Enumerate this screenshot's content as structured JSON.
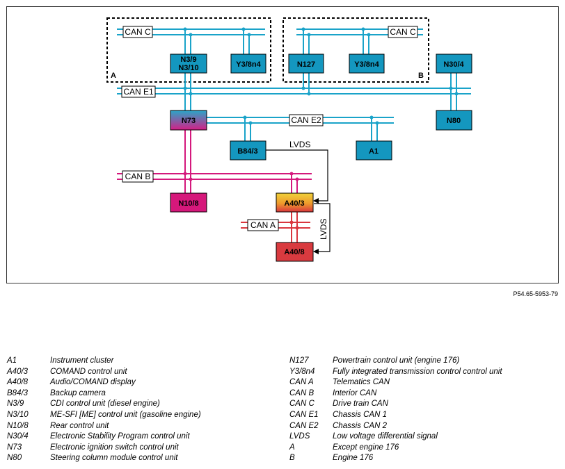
{
  "colors": {
    "can_c": "#1aa3c9",
    "can_e": "#1aa3c9",
    "can_b": "#d4187c",
    "can_a": "#d9363e",
    "node_blue": "#1497bf",
    "node_magenta": "#d6187b",
    "node_red": "#d93a3f"
  },
  "regions": {
    "a": "A",
    "b": "B"
  },
  "buses": {
    "can_c_a": "CAN C",
    "can_c_b": "CAN C",
    "can_e1": "CAN E1",
    "can_e2": "CAN E2",
    "can_b": "CAN B",
    "can_a": "CAN A",
    "lvds_1": "LVDS",
    "lvds_2": "LVDS"
  },
  "nodes": {
    "n3_9": "N3/9",
    "n3_10": "N3/10",
    "y3_8n4_a": "Y3/8n4",
    "n127": "N127",
    "y3_8n4_b": "Y3/8n4",
    "n30_4": "N30/4",
    "n80": "N80",
    "n73": "N73",
    "b84_3": "B84/3",
    "a1": "A1",
    "n10_8": "N10/8",
    "a40_3": "A40/3",
    "a40_8": "A40/8"
  },
  "figure_id": "P54.65-5953-79",
  "legend_left": [
    {
      "code": "A1",
      "desc": "Instrument cluster"
    },
    {
      "code": "A40/3",
      "desc": "COMAND control unit"
    },
    {
      "code": "A40/8",
      "desc": "Audio/COMAND display"
    },
    {
      "code": "B84/3",
      "desc": "Backup camera"
    },
    {
      "code": "N3/9",
      "desc": "CDI control unit (diesel engine)"
    },
    {
      "code": "N3/10",
      "desc": "ME-SFI [ME] control unit (gasoline engine)"
    },
    {
      "code": "N10/8",
      "desc": "Rear control unit"
    },
    {
      "code": "N30/4",
      "desc": "Electronic Stability Program control unit"
    },
    {
      "code": "N73",
      "desc": "Electronic ignition switch control unit"
    },
    {
      "code": "N80",
      "desc": "Steering column module control unit"
    }
  ],
  "legend_right": [
    {
      "code": "N127",
      "desc": "Powertrain control unit (engine 176)"
    },
    {
      "code": "Y3/8n4",
      "desc": "Fully integrated transmission control control unit"
    },
    {
      "code": "CAN A",
      "desc": "Telematics CAN"
    },
    {
      "code": "CAN B",
      "desc": "Interior CAN"
    },
    {
      "code": "CAN C",
      "desc": "Drive train CAN"
    },
    {
      "code": "CAN E1",
      "desc": "Chassis CAN 1"
    },
    {
      "code": "CAN E2",
      "desc": "Chassis CAN 2"
    },
    {
      "code": "LVDS",
      "desc": "Low voltage differential signal"
    },
    {
      "code": "A",
      "desc": "Except engine 176"
    },
    {
      "code": "B",
      "desc": "Engine 176"
    }
  ]
}
